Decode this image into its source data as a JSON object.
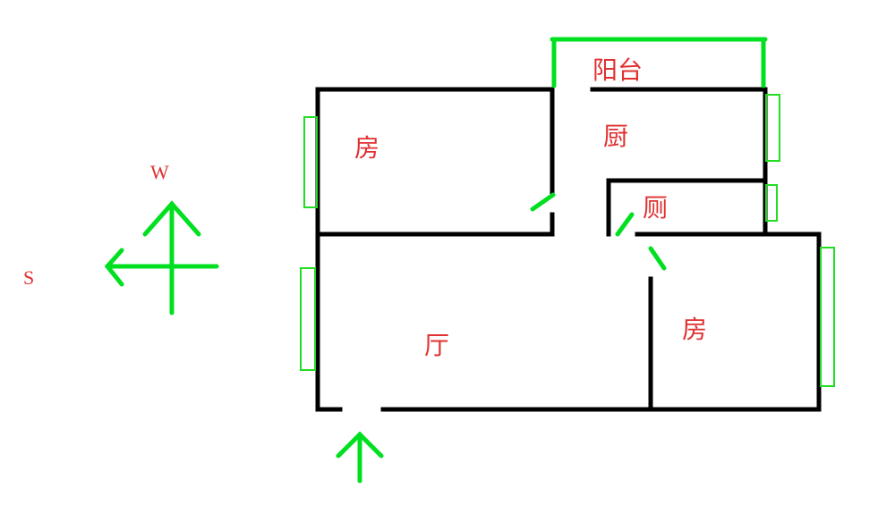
{
  "compass": {
    "west": "W",
    "south": "S"
  },
  "rooms": {
    "balcony": "阳台",
    "kitchen": "厨",
    "toilet": "厕",
    "bedroom_left": "房",
    "living_room": "厅",
    "bedroom_right": "房"
  },
  "colors": {
    "wall": "#000000",
    "accent": "#00e020",
    "label": "#e03030"
  },
  "icons": [
    "compass-icon",
    "entrance-arrow-icon"
  ]
}
